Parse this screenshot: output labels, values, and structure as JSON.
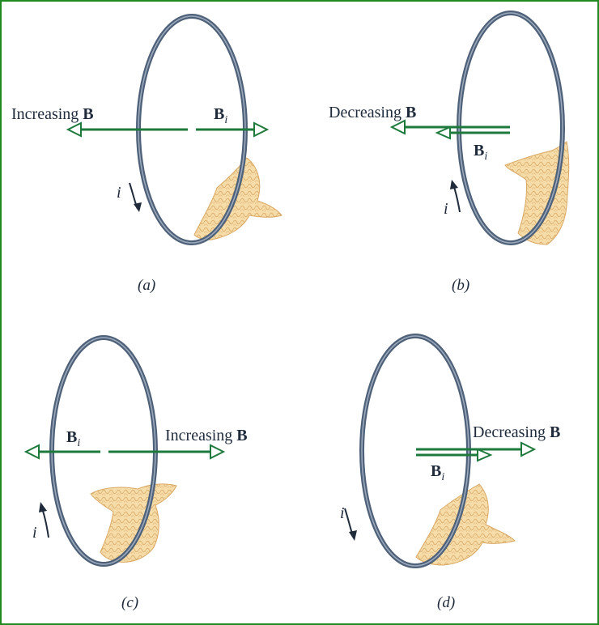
{
  "colors": {
    "frame": "#1f8a1f",
    "loop": "#4f6178",
    "loop_highlight": "#9aa9bd",
    "arrow_green": "#1e7a3c",
    "arrow_blue": "#3b5f86",
    "hand_fill": "#f3d9a0",
    "hand_line": "#d9a864",
    "text": "#1f2a3a"
  },
  "panels": [
    {
      "id": "a",
      "field_word": "Increasing",
      "field_symbol": "B",
      "induced_symbol": "B",
      "induced_subscript": "i",
      "current_symbol": "i",
      "caption": "(a)"
    },
    {
      "id": "b",
      "field_word": "Decreasing",
      "field_symbol": "B",
      "induced_symbol": "B",
      "induced_subscript": "i",
      "current_symbol": "i",
      "caption": "(b)"
    },
    {
      "id": "c",
      "field_word": "Increasing",
      "field_symbol": "B",
      "induced_symbol": "B",
      "induced_subscript": "i",
      "current_symbol": "i",
      "caption": "(c)"
    },
    {
      "id": "d",
      "field_word": "Decreasing",
      "field_symbol": "B",
      "induced_symbol": "B",
      "induced_subscript": "i",
      "current_symbol": "i",
      "caption": "(d)"
    }
  ]
}
